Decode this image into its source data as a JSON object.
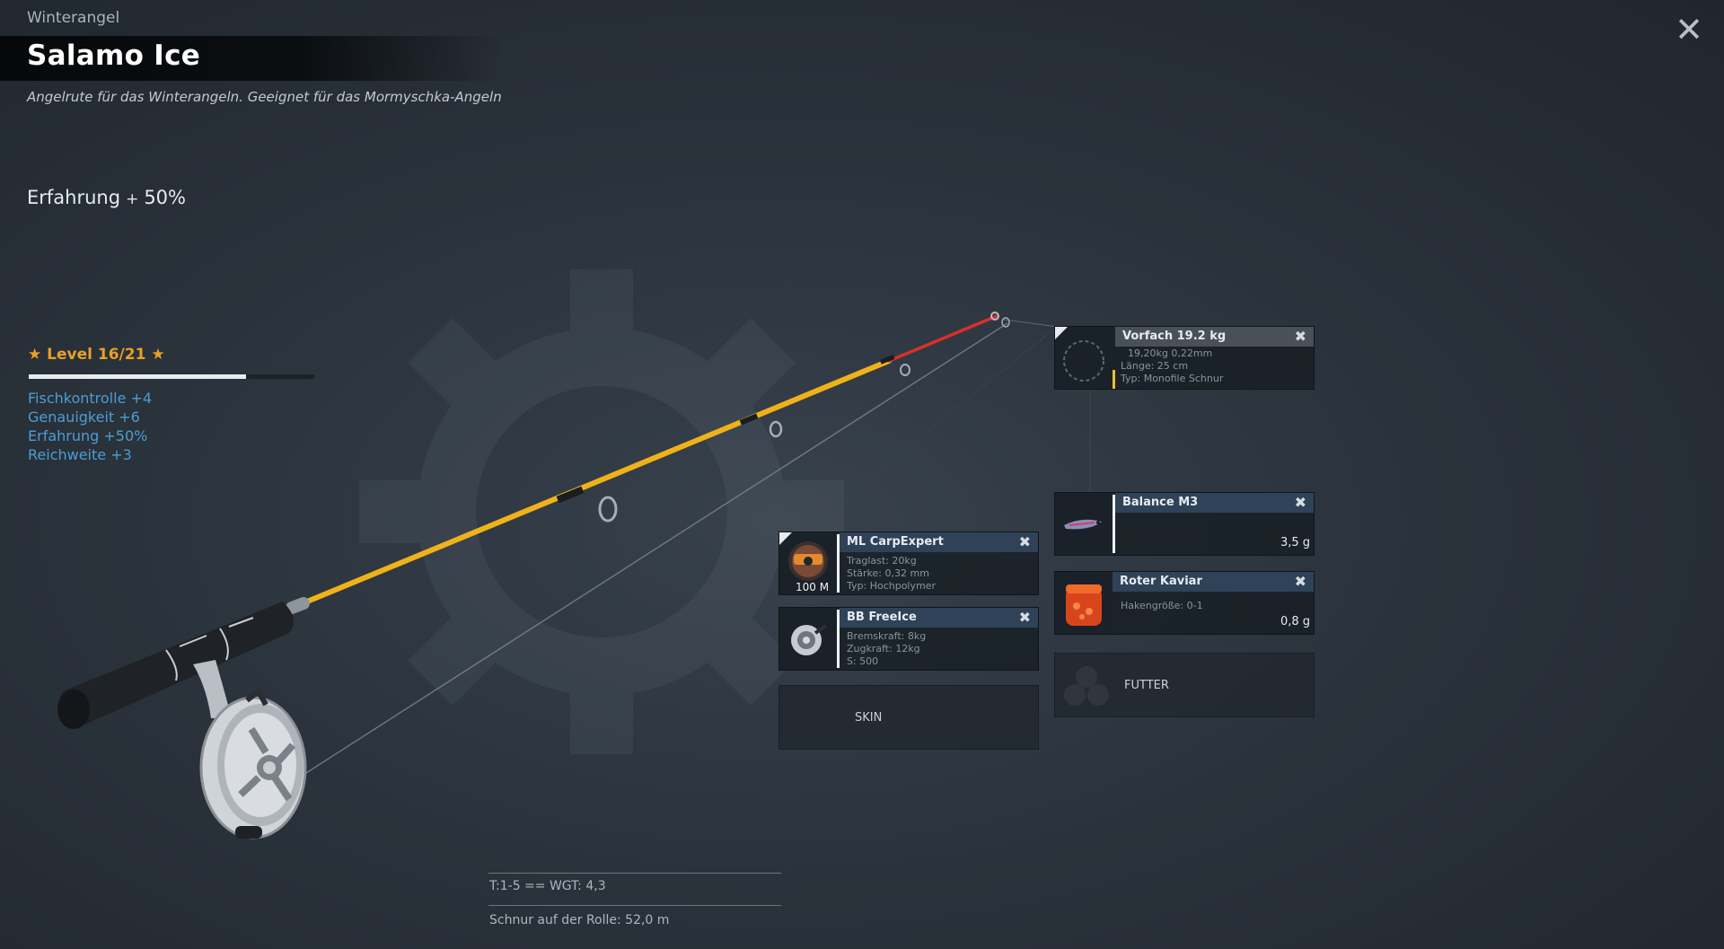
{
  "header": {
    "category": "Winterangel",
    "title": "Salamo Ice",
    "description": "Angelrute für das Winterangeln. Geeignet für das Mormyschka-Angeln",
    "close_icon": "close-icon"
  },
  "experience": {
    "label": "Erfahrung",
    "plus": "+",
    "value": "50%"
  },
  "level": {
    "label": "★ Level 16/21 ★",
    "current": 16,
    "max": 21,
    "bonuses": [
      "Fischkontrolle +4",
      "Genauigkeit +6",
      "Erfahrung +50%",
      "Reichweite +3"
    ]
  },
  "slots": {
    "leader": {
      "name": "Vorfach 19.2 kg",
      "props": [
        "19,20kg   0,22mm",
        "Länge:   25 cm",
        "Typ: Monofile Schnur"
      ]
    },
    "lure": {
      "name": "Balance M3",
      "weight": "3,5 g"
    },
    "bait": {
      "name": "Roter Kaviar",
      "props": [
        "Hakengröße: 0-1"
      ],
      "weight": "0,8 g"
    },
    "line": {
      "name": "ML CarpExpert",
      "length": "100 M",
      "props": [
        "Traglast:    20kg",
        "Stärke:    0,32 mm",
        "Typ: Hochpolymer"
      ]
    },
    "reel": {
      "name": "BB FreeIce",
      "props": [
        "Bremskraft:    8kg",
        "Zugkraft:    12kg",
        "S: 500"
      ]
    },
    "skin": {
      "label": "SKIN"
    },
    "groundbait": {
      "label": "FUTTER"
    }
  },
  "stats": {
    "summary": "T:1-5   == WGT: 4,3",
    "line_on_reel": "Schnur auf der Rolle: 52,0 m"
  },
  "colors": {
    "level": "#e9a126",
    "bonus": "#4b9ed4",
    "rod_yellow": "#f0b21a",
    "rod_tip": "#d8302a"
  }
}
